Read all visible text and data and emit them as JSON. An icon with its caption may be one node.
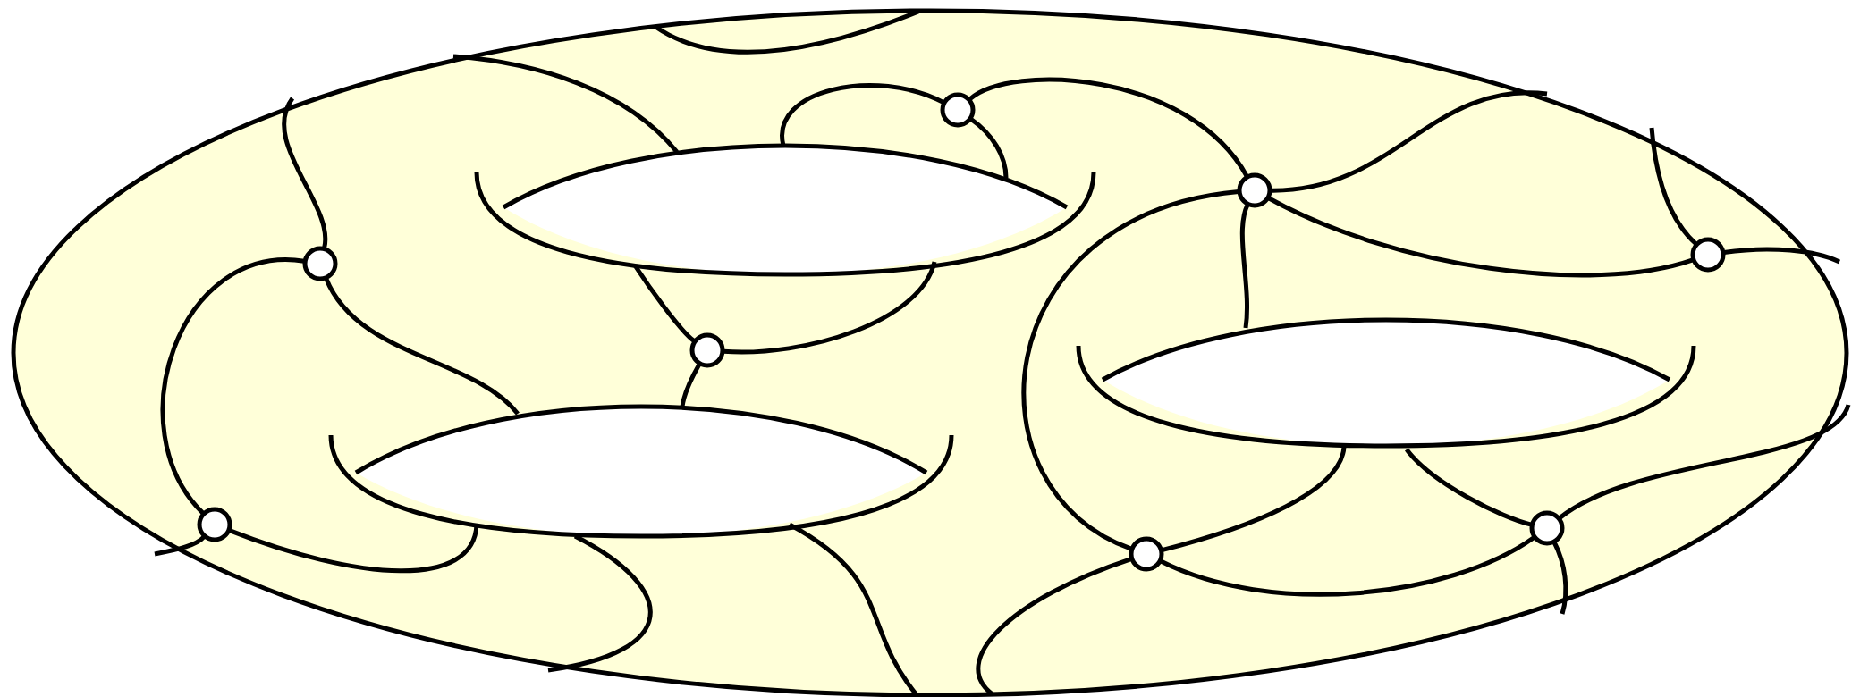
{
  "diagram": {
    "nodes": [
      {
        "text": [],
        "shape": "circle"
      },
      {
        "text": [],
        "shape": "circle"
      },
      {
        "text": [],
        "shape": "circle"
      },
      {
        "text": [],
        "shape": "circle"
      },
      {
        "text": [],
        "shape": "circle"
      },
      {
        "text": [],
        "shape": "circle"
      },
      {
        "text": [],
        "shape": "circle"
      },
      {
        "text": [],
        "shape": "circle"
      }
    ],
    "edges": [
      {
        "from": 0,
        "to": 1,
        "arrow": "none"
      },
      {
        "from": 0,
        "to": null,
        "arrow": "none"
      },
      {
        "from": 0,
        "to": null,
        "arrow": "none"
      },
      {
        "from": 1,
        "to": null,
        "arrow": "none"
      },
      {
        "from": 1,
        "to": 2,
        "arrow": "none"
      },
      {
        "from": 1,
        "to": null,
        "arrow": "none"
      },
      {
        "from": 1,
        "to": 7,
        "arrow": "none"
      },
      {
        "from": 2,
        "to": null,
        "arrow": "none"
      },
      {
        "from": 2,
        "to": null,
        "arrow": "none"
      },
      {
        "from": 3,
        "to": null,
        "arrow": "none"
      },
      {
        "from": 3,
        "to": 5,
        "arrow": "none"
      },
      {
        "from": 3,
        "to": null,
        "arrow": "none"
      },
      {
        "from": 4,
        "to": null,
        "arrow": "none"
      },
      {
        "from": 4,
        "to": null,
        "arrow": "none"
      },
      {
        "from": 4,
        "to": null,
        "arrow": "none"
      },
      {
        "from": 5,
        "to": null,
        "arrow": "none"
      },
      {
        "from": 5,
        "to": null,
        "arrow": "none"
      },
      {
        "from": 7,
        "to": null,
        "arrow": "none"
      },
      {
        "from": 7,
        "to": null,
        "arrow": "none"
      },
      {
        "from": 7,
        "to": 6,
        "arrow": "none"
      },
      {
        "from": 6,
        "to": null,
        "arrow": "none"
      },
      {
        "from": 6,
        "to": null,
        "arrow": "none"
      },
      {
        "from": 6,
        "to": null,
        "arrow": "none"
      }
    ]
  }
}
